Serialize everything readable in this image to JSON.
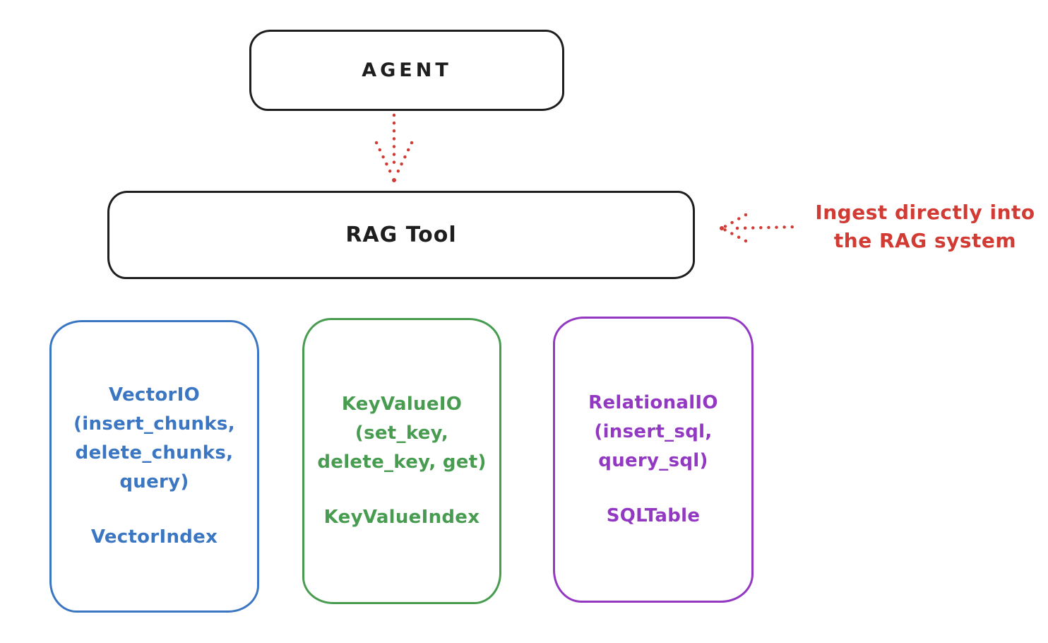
{
  "diagram": {
    "agent": {
      "label": "AGENT"
    },
    "rag_tool": {
      "label": "RAG Tool"
    },
    "annotation": {
      "line1": "Ingest directly into",
      "line2": "the RAG system"
    },
    "arrows": [
      {
        "name": "agent-to-rag-tool",
        "style": "dotted",
        "direction": "down"
      },
      {
        "name": "annotation-to-rag-tool",
        "style": "dotted",
        "direction": "left"
      }
    ],
    "backends": [
      {
        "name": "vector-io",
        "color": "#3b76c2",
        "lines": [
          "VectorIO",
          "(insert_chunks,",
          "delete_chunks,",
          "query)"
        ],
        "index_label": "VectorIndex"
      },
      {
        "name": "key-value-io",
        "color": "#479c50",
        "lines": [
          "KeyValueIO",
          "(set_key,",
          "delete_key, get)"
        ],
        "index_label": "KeyValueIndex"
      },
      {
        "name": "relational-io",
        "color": "#9238c3",
        "lines": [
          "RelationalIO",
          "(insert_sql,",
          "query_sql)"
        ],
        "index_label": "SQLTable"
      }
    ],
    "colors": {
      "node_stroke": "#1e1e1e",
      "accent_red": "#d23b33",
      "background": "#ffffff"
    }
  }
}
